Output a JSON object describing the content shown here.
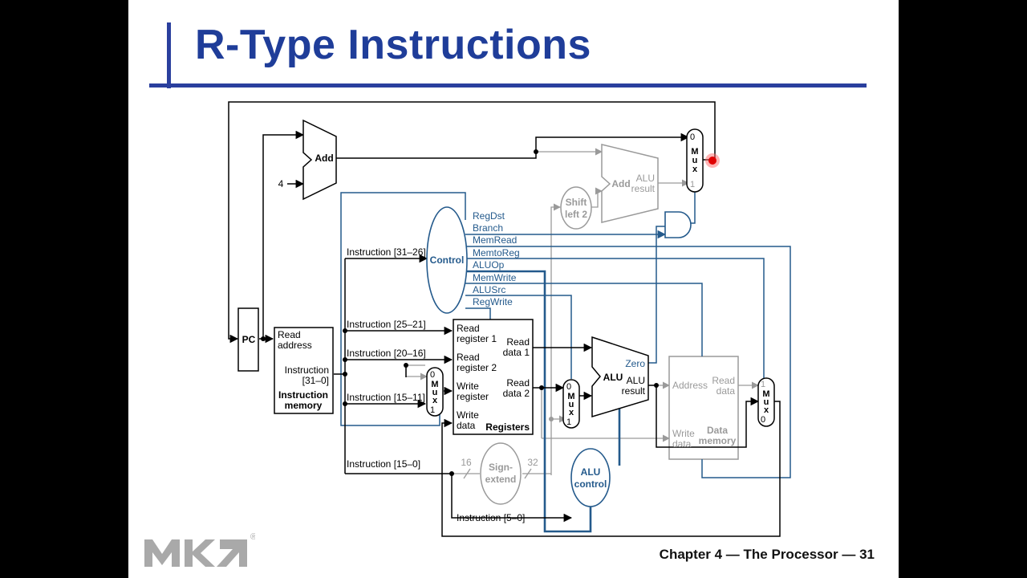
{
  "slide": {
    "title": "R-Type Instructions",
    "footer": "Chapter 4 — The Processor — 31",
    "logo_text": "MK",
    "logo_mark": "®"
  },
  "colors": {
    "title": "#1f3d99",
    "control": "#245a8c",
    "datapath": "#000000",
    "inactive": "#9a9a9a",
    "accent_bar": "#2a3f9e",
    "pointer": "#e00000"
  },
  "blocks": {
    "pc": "PC",
    "add_top": "Add",
    "four": "4",
    "add_alu": "Add",
    "alu_label_1": "ALU",
    "alu_label_2": "result",
    "shift_1": "Shift",
    "shift_2": "left 2",
    "control": "Control",
    "imem_read_1": "Read",
    "imem_read_2": "address",
    "imem_instr_1": "Instruction",
    "imem_instr_2": "[31–0]",
    "imem_name_1": "Instruction",
    "imem_name_2": "memory",
    "reg_rr1_1": "Read",
    "reg_rr1_2": "register 1",
    "reg_rr2_1": "Read",
    "reg_rr2_2": "register 2",
    "reg_wr_1": "Write",
    "reg_wr_2": "register",
    "reg_wd_1": "Write",
    "reg_wd_2": "data",
    "reg_rd1_1": "Read",
    "reg_rd1_2": "data 1",
    "reg_rd2_1": "Read",
    "reg_rd2_2": "data 2",
    "reg_name": "Registers",
    "alu": "ALU",
    "zero": "Zero",
    "alu_result_1": "ALU",
    "alu_result_2": "result",
    "alu_control_1": "ALU",
    "alu_control_2": "control",
    "sign_1": "Sign-",
    "sign_2": "extend",
    "bits_16": "16",
    "bits_32": "32",
    "dmem_address": "Address",
    "dmem_read_1": "Read",
    "dmem_read_2": "data",
    "dmem_write_1": "Write",
    "dmem_write_2": "data",
    "dmem_name_1": "Data",
    "dmem_name_2": "memory",
    "mux_0": "0",
    "mux_1": "1",
    "mux_m": "M",
    "mux_u": "u",
    "mux_x": "x"
  },
  "signals": [
    "RegDst",
    "Branch",
    "MemRead",
    "MemtoReg",
    "ALUOp",
    "MemWrite",
    "ALUSrc",
    "RegWrite"
  ],
  "fields": [
    "Instruction [31–26]",
    "Instruction [25–21]",
    "Instruction [20–16]",
    "Instruction [15–11]",
    "Instruction [15–0]",
    "Instruction [5–0]"
  ]
}
